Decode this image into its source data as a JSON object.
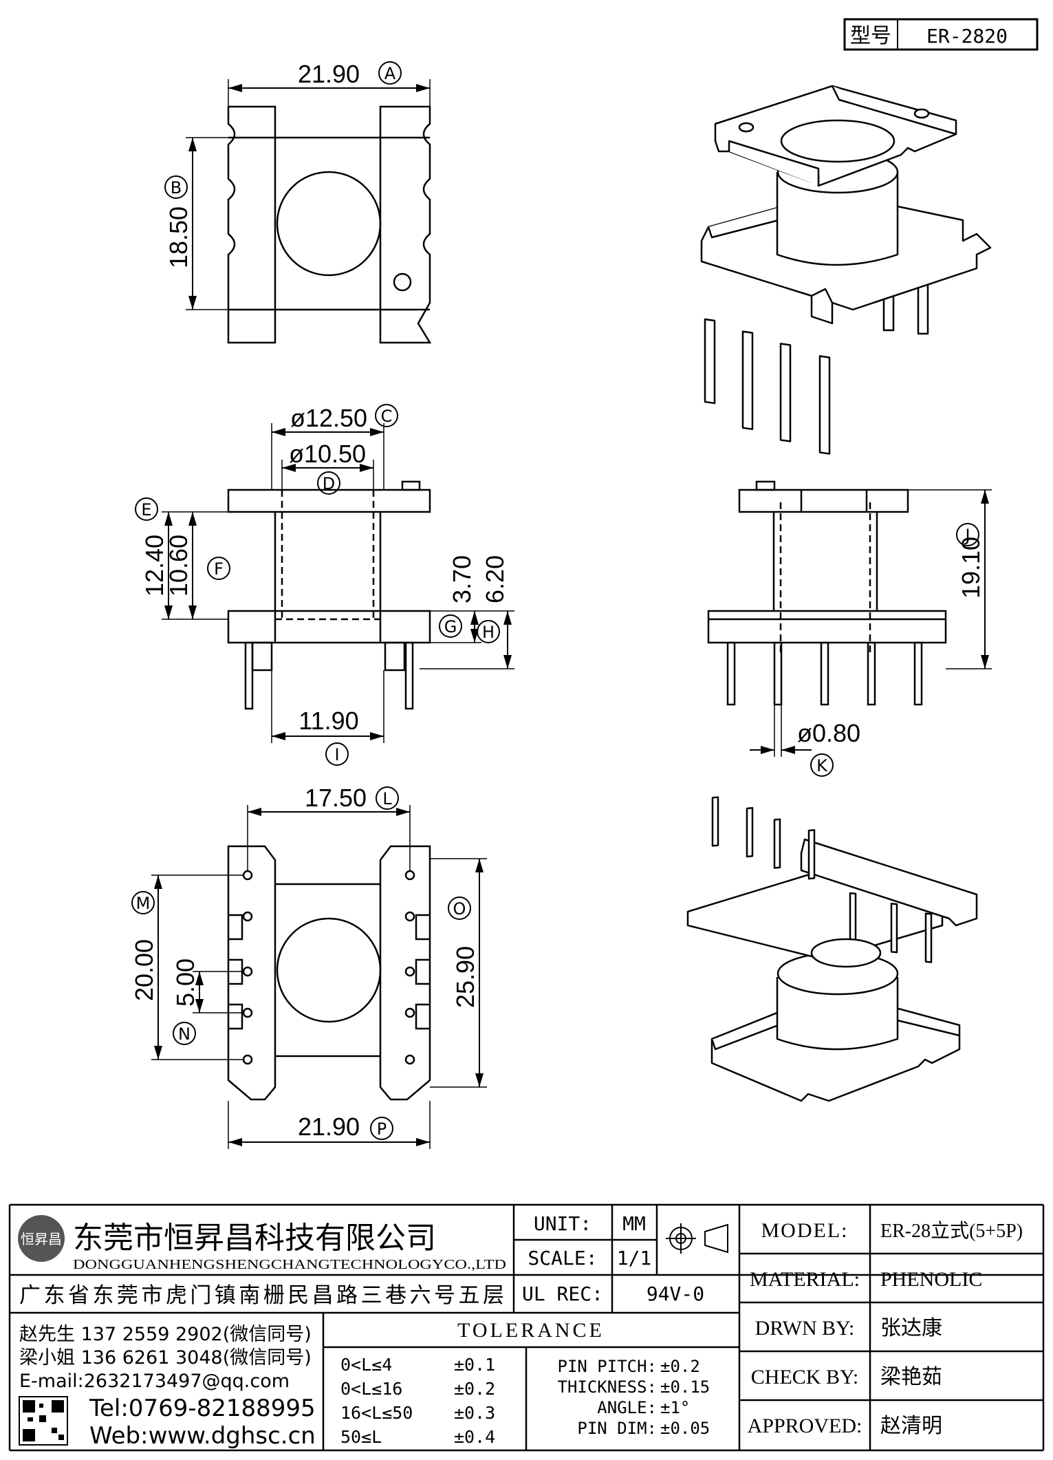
{
  "header": {
    "type_label": "型号",
    "part_number": "ER-2820"
  },
  "dimensions": {
    "A": "21.90",
    "B": "18.50",
    "C": "ø12.50",
    "D": "ø10.50",
    "E": "12.40",
    "F": "10.60",
    "G": "3.70",
    "H": "6.20",
    "I": "11.90",
    "J": "19.10",
    "K": "ø0.80",
    "L": "17.50",
    "M": "20.00",
    "N": "5.00",
    "O": "25.90",
    "P": "21.90"
  },
  "callouts": [
    "A",
    "B",
    "C",
    "D",
    "E",
    "F",
    "G",
    "H",
    "I",
    "J",
    "K",
    "L",
    "M",
    "N",
    "O",
    "P"
  ],
  "company": {
    "name_cn": "东莞市恒昇昌科技有限公司",
    "name_en": "DONGGUANHENGSHENGCHANGTECHNOLOGYCO.,LTD",
    "address": "广东省东莞市虎门镇南栅民昌路三巷六号五层",
    "logo_text": "恒昇昌",
    "contacts": [
      "赵先生 137 2559 2902(微信同号)",
      "梁小姐 136 6261 3048(微信同号)",
      "E-mail:2632173497@qq.com"
    ],
    "tel": "Tel:0769-82188995",
    "web": "Web:www.dghsc.cn"
  },
  "specs": {
    "unit_label": "UNIT:",
    "unit_value": "MM",
    "scale_label": "SCALE:",
    "scale_value": "1/1",
    "ul_label": "UL REC:",
    "ul_value": "94V-0"
  },
  "tolerance": {
    "title": "TOLERANCE",
    "ranges": [
      {
        "range": "0<L≤4",
        "tol": "±0.1"
      },
      {
        "range": "0<L≤16",
        "tol": "±0.2"
      },
      {
        "range": "16<L≤50",
        "tol": "±0.3"
      },
      {
        "range": "50≤L",
        "tol": "±0.4"
      }
    ],
    "extras": [
      {
        "label": "PIN PITCH:",
        "tol": "±0.2"
      },
      {
        "label": "THICKNESS:",
        "tol": "±0.15"
      },
      {
        "label": "ANGLE:",
        "tol": "±1°"
      },
      {
        "label": "PIN DIM:",
        "tol": "±0.05"
      }
    ]
  },
  "title_block": {
    "model_label": "MODEL:",
    "model_value": "ER-28立式(5+5P)",
    "material_label": "MATERIAL:",
    "material_value": "PHENOLIC",
    "drawn_label": "DRWN BY:",
    "drawn_value": "张达康",
    "check_label": "CHECK BY:",
    "check_value": "梁艳茹",
    "approved_label": "APPROVED:",
    "approved_value": "赵清明"
  }
}
